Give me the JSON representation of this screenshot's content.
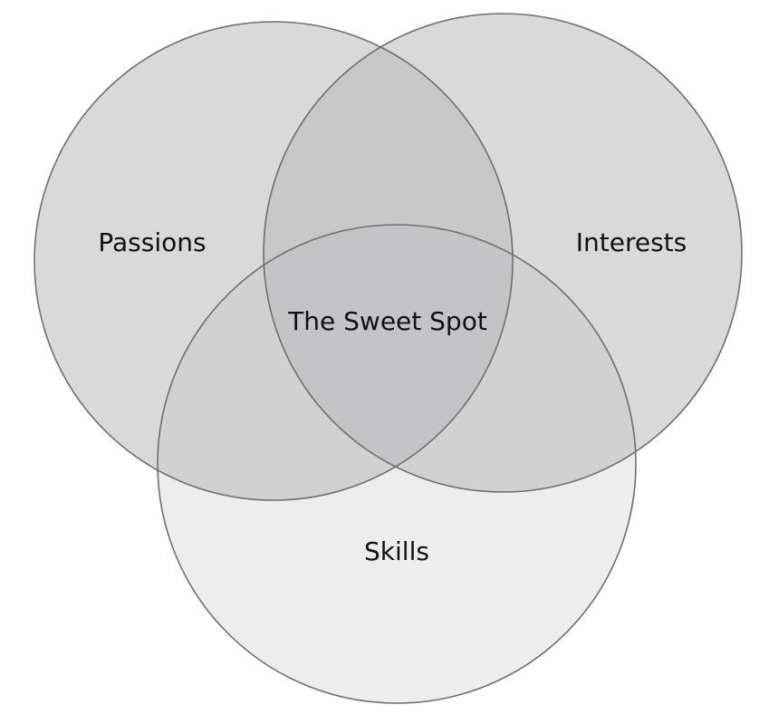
{
  "diagram": {
    "type": "venn",
    "sets": [
      {
        "id": "passions",
        "label": "Passions"
      },
      {
        "id": "interests",
        "label": "Interests"
      },
      {
        "id": "skills",
        "label": "Skills"
      }
    ],
    "intersection_label": "The Sweet Spot"
  },
  "colors": {
    "background": "#ffffff",
    "top_circle_fill": "#cdcdcf",
    "skills_fill": "#ededed",
    "outline": "#6f6f6f",
    "text": "#111111"
  }
}
